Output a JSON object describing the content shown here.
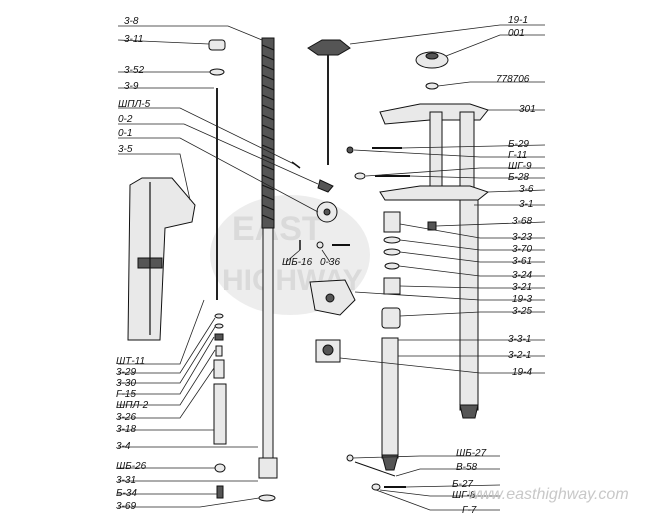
{
  "labels": {
    "p3_8": "3-8",
    "p3_11": "3-11",
    "p3_52": "3-52",
    "p3_9": "3-9",
    "shpl5": "ШПЛ-5",
    "p0_2": "0-2",
    "p0_1": "0-1",
    "p3_5": "3-5",
    "shb16": "ШБ-16",
    "p0_36": "0-36",
    "sht11": "ШТ-11",
    "p3_29": "3-29",
    "p3_30": "3-30",
    "g15": "Г-15",
    "shpl2": "ШПЛ-2",
    "p3_26": "3-26",
    "p3_18": "3-18",
    "p3_4": "3-4",
    "shb26": "ШБ-26",
    "p3_31": "3-31",
    "b34": "Б-34",
    "p3_69": "3-69",
    "p19_1": "19-1",
    "p001": "001",
    "p778706": "778706",
    "p301": "301",
    "b29": "Б-29",
    "g11": "Г-11",
    "shg9": "ШГ-9",
    "b28": "Б-28",
    "p3_6": "3-6",
    "p3_1": "3-1",
    "p3_68": "3-68",
    "p3_23": "3-23",
    "p3_70": "3-70",
    "p3_61": "3-61",
    "p3_24": "3-24",
    "p3_21": "3-21",
    "p19_3": "19-3",
    "p3_25": "3-25",
    "p3_3_1": "3-3-1",
    "p3_2_1": "3-2-1",
    "p19_4": "19-4",
    "shb27": "ШБ-27",
    "v58": "В-58",
    "b27": "Б-27",
    "shg8": "ШГ-8",
    "g7": "Г-7"
  },
  "watermark": {
    "logo_top": "EAST",
    "logo_bottom": "HIGHWAY",
    "website": "www.easthighway.com"
  }
}
